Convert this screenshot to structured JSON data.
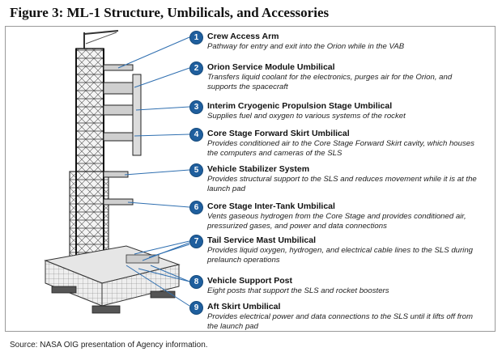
{
  "figure": {
    "title": "Figure 3:  ML-1 Structure, Umbilicals, and Accessories",
    "source": "Source:  NASA OIG presentation of Agency information."
  },
  "callouts": [
    {
      "num": "1",
      "title": "Crew Access Arm",
      "desc": "Pathway for entry and exit into the Orion while in the VAB"
    },
    {
      "num": "2",
      "title": "Orion Service Module Umbilical",
      "desc": "Transfers liquid coolant for the electronics, purges air for the Orion, and supports the spacecraft"
    },
    {
      "num": "3",
      "title": "Interim Cryogenic Propulsion Stage Umbilical",
      "desc": "Supplies fuel and oxygen to various systems of the rocket"
    },
    {
      "num": "4",
      "title": "Core Stage Forward Skirt Umbilical",
      "desc": "Provides conditioned air to the Core Stage Forward Skirt cavity, which houses the computers and cameras of the SLS"
    },
    {
      "num": "5",
      "title": "Vehicle Stabilizer System",
      "desc": "Provides structural support to the SLS and reduces movement while it is at the launch pad"
    },
    {
      "num": "6",
      "title": "Core Stage Inter-Tank Umbilical",
      "desc": "Vents gaseous hydrogen from the Core Stage and provides conditioned air, pressurized gases, and power and data connections"
    },
    {
      "num": "7",
      "title": "Tail Service Mast Umbilical",
      "desc": "Provides liquid oxygen, hydrogen, and electrical cable lines to the SLS during prelaunch operations"
    },
    {
      "num": "8",
      "title": "Vehicle Support Post",
      "desc": "Eight posts that support the SLS and rocket boosters"
    },
    {
      "num": "9",
      "title": "Aft Skirt Umbilical",
      "desc": "Provides electrical power and data connections to the SLS until it lifts off from the launch pad"
    }
  ],
  "colors": {
    "accent": "#1f5f9e",
    "leader": "#2f6fb0"
  }
}
